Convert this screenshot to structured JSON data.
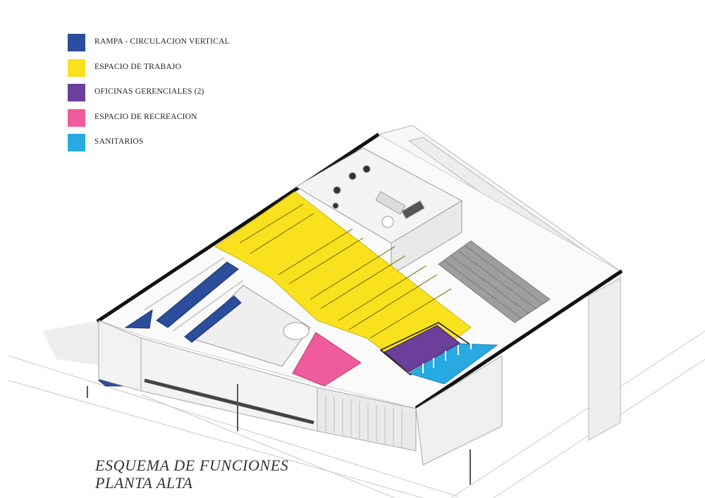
{
  "legend": {
    "items": [
      {
        "label": "RAMPA - CIRCULACION VERTICAL",
        "color": "#2b4d9b",
        "icon": "blue-square"
      },
      {
        "label": "ESPACIO DE TRABAJO",
        "color": "#f9e21d",
        "icon": "yellow-square"
      },
      {
        "label": "OFICINAS GERENCIALES (2)",
        "color": "#6b3f9a",
        "icon": "purple-square"
      },
      {
        "label": "ESPACIO DE RECREACION",
        "color": "#ef5b9c",
        "icon": "pink-square"
      },
      {
        "label": "SANITARIOS",
        "color": "#27aae1",
        "icon": "cyan-square"
      }
    ]
  },
  "title": {
    "line1": "ESQUEMA DE FUNCIONES",
    "line2": "PLANTA ALTA"
  }
}
